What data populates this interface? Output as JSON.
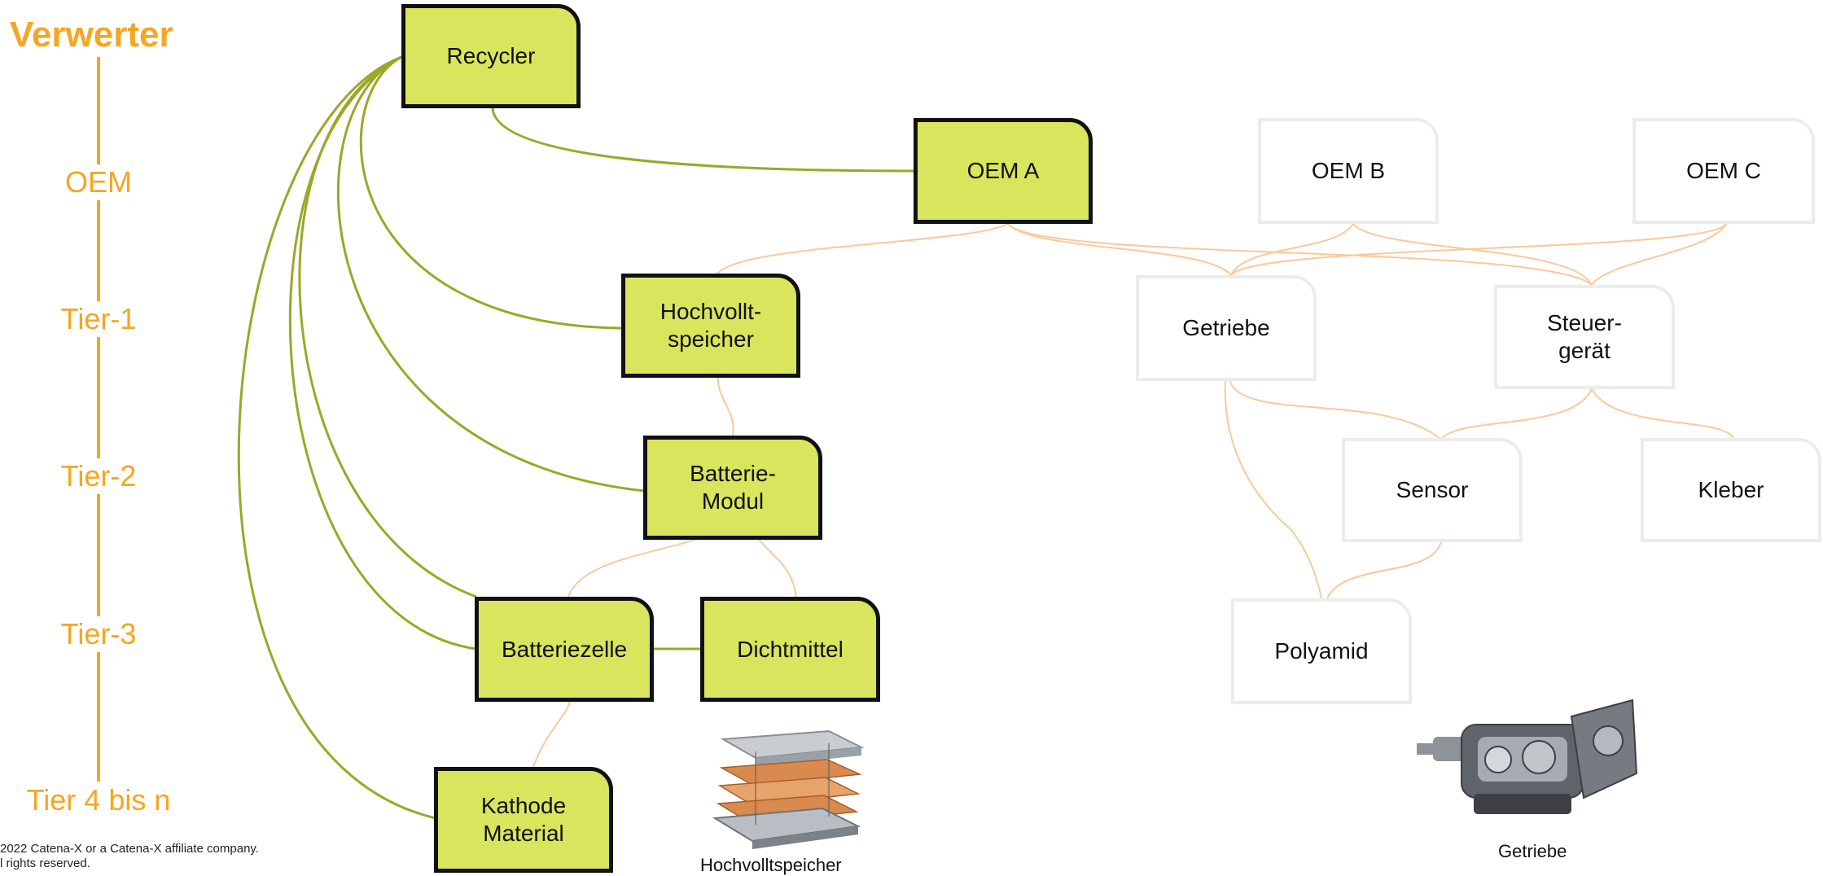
{
  "diagram": {
    "title": "Verwerter",
    "tiers": [
      "OEM",
      "Tier-1",
      "Tier-2",
      "Tier-3",
      "Tier 4 bis n"
    ],
    "nodes": {
      "recycler": "Recycler",
      "oem_a": "OEM A",
      "oem_b": "OEM B",
      "oem_c": "OEM C",
      "hochvoltspeicher": "Hochvollt-\nspeicher",
      "batterie_modul": "Batterie-\nModul",
      "batteriezelle": "Batteriezelle",
      "dichtmittel": "Dichtmittel",
      "kathode": "Kathode\nMaterial",
      "getriebe": "Getriebe",
      "steuergeraet": "Steuer-\ngerät",
      "sensor": "Sensor",
      "kleber": "Kleber",
      "polyamid": "Polyamid"
    },
    "captions": {
      "battery_image": "Hochvolltspeicher",
      "gearbox_image": "Getriebe"
    },
    "footer": {
      "line1": "2022 Catena-X or a Catena-X affiliate company.",
      "line2": "l rights reserved."
    },
    "colors": {
      "tier_accent": "#f5a623",
      "active_node_fill": "#d9e55d",
      "recycler_links": "#9aa826",
      "supply_links": "#f9c99a",
      "inactive_border": "#ececec"
    }
  }
}
